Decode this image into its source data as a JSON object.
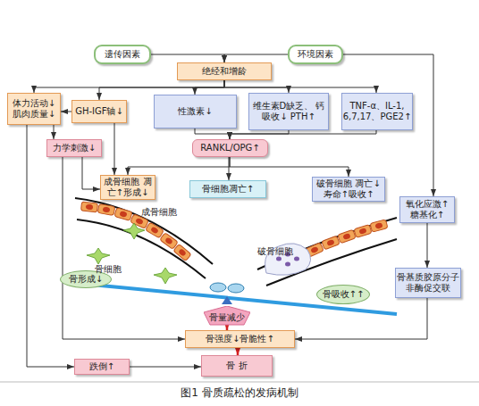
{
  "diagram": {
    "caption": "图1 骨质疏松的发病机制",
    "nodes": [
      {
        "text": [
          "遗传因素"
        ]
      },
      {
        "text": [
          "环境因素"
        ]
      },
      {
        "text": [
          "绝经和增龄"
        ]
      },
      {
        "text": [
          "体力活动↓ 肌肉质量↓"
        ]
      },
      {
        "text": [
          "GH-IGF轴↓"
        ]
      },
      {
        "text": [
          "性激素↓"
        ]
      },
      {
        "text": [
          "维生素D缺乏、 钙吸收↓ PTH↑"
        ]
      },
      {
        "text": [
          "TNF-α、IL-1, 6,7,17、PGE2↑"
        ]
      },
      {
        "text": [
          "力学刺激↓"
        ]
      },
      {
        "text": [
          "RANKL/OPG↑"
        ]
      },
      {
        "text": [
          "成骨细胞 凋亡↑形成↓"
        ]
      },
      {
        "text": [
          "骨细胞凋亡↑"
        ]
      },
      {
        "text": [
          "破骨细胞 凋亡↓寿命↑吸收↑"
        ]
      },
      {
        "text": [
          "氧化应激↑ 糖基化↑"
        ]
      },
      {
        "text": [
          "骨形成↓"
        ]
      },
      {
        "text": [
          "骨吸收↑↑"
        ]
      },
      {
        "text": [
          "骨量减少"
        ]
      },
      {
        "text": [
          "骨基质胶原分子 非酶促交联"
        ]
      },
      {
        "text": [
          "骨强度↓骨脆性↑"
        ]
      },
      {
        "text": [
          "跌倒↑"
        ]
      },
      {
        "text": [
          "骨 折"
        ]
      }
    ],
    "edges": [
      {
        "from": 0,
        "to": 2,
        "arrow": "to"
      },
      {
        "from": 1,
        "to": 2,
        "arrow": "to"
      },
      {
        "from": 2,
        "to": 3,
        "arrow": "to"
      },
      {
        "from": 2,
        "to": 4,
        "arrow": "to"
      },
      {
        "from": 2,
        "to": 5,
        "arrow": "to"
      },
      {
        "from": 2,
        "to": 6,
        "arrow": "to"
      },
      {
        "from": 2,
        "to": 7,
        "arrow": "to"
      },
      {
        "from": 1,
        "to": 13,
        "arrow": "to"
      },
      {
        "from": 4,
        "to": 3,
        "arrow": "to"
      },
      {
        "from": 3,
        "to": 8,
        "arrow": "to"
      },
      {
        "from": 3,
        "to": 19,
        "arrow": "to"
      },
      {
        "from": 4,
        "to": 10,
        "arrow": "to"
      },
      {
        "from": 5,
        "to": 9,
        "arrow": "to"
      },
      {
        "from": 6,
        "to": 9,
        "arrow": "to"
      },
      {
        "from": 7,
        "to": 9,
        "arrow": "to"
      },
      {
        "from": 9,
        "to": 11,
        "arrow": "to"
      },
      {
        "from": 9,
        "to": 10,
        "arrow": "to"
      },
      {
        "from": 9,
        "to": 12,
        "arrow": "to"
      },
      {
        "from": 8,
        "to": 10,
        "arrow": "to"
      },
      {
        "from": 8,
        "to": 18,
        "arrow": "to"
      },
      {
        "from": 13,
        "to": 17,
        "arrow": "to"
      },
      {
        "from": 17,
        "to": 18,
        "arrow": "to"
      },
      {
        "from": 16,
        "to": 18,
        "arrow": "to"
      },
      {
        "from": 18,
        "to": 20,
        "arrow": "to"
      },
      {
        "from": 19,
        "to": 20,
        "arrow": "to"
      }
    ],
    "labels": [
      "成骨细胞",
      "骨细胞",
      "破骨细胞"
    ]
  }
}
